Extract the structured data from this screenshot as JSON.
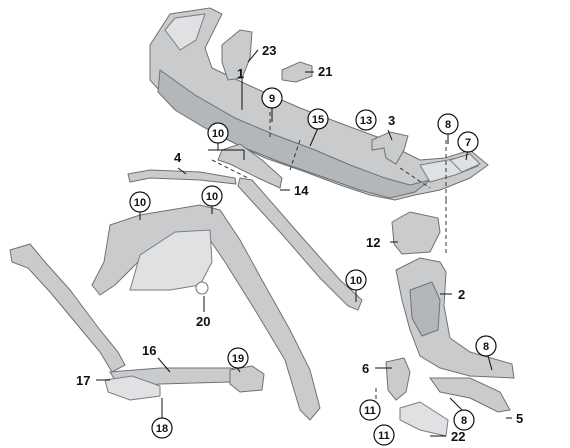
{
  "callouts": {
    "c1": "1",
    "c2": "2",
    "c3": "3",
    "c4": "4",
    "c5": "5",
    "c6": "6",
    "c7": "7",
    "c8a": "8",
    "c8b": "8",
    "c8c": "8",
    "c9": "9",
    "c10a": "10",
    "c10b": "10",
    "c10c": "10",
    "c10d": "10",
    "c11a": "11",
    "c11b": "11",
    "c12": "12",
    "c13": "13",
    "c14": "14",
    "c15": "15",
    "c16": "16",
    "c17": "17",
    "c18": "18",
    "c19": "19",
    "c20": "20",
    "c21": "21",
    "c22": "22",
    "c23": "23"
  },
  "colors": {
    "part_fill": "#c9cbcd",
    "part_outline": "#6f7274",
    "line": "#111111"
  }
}
